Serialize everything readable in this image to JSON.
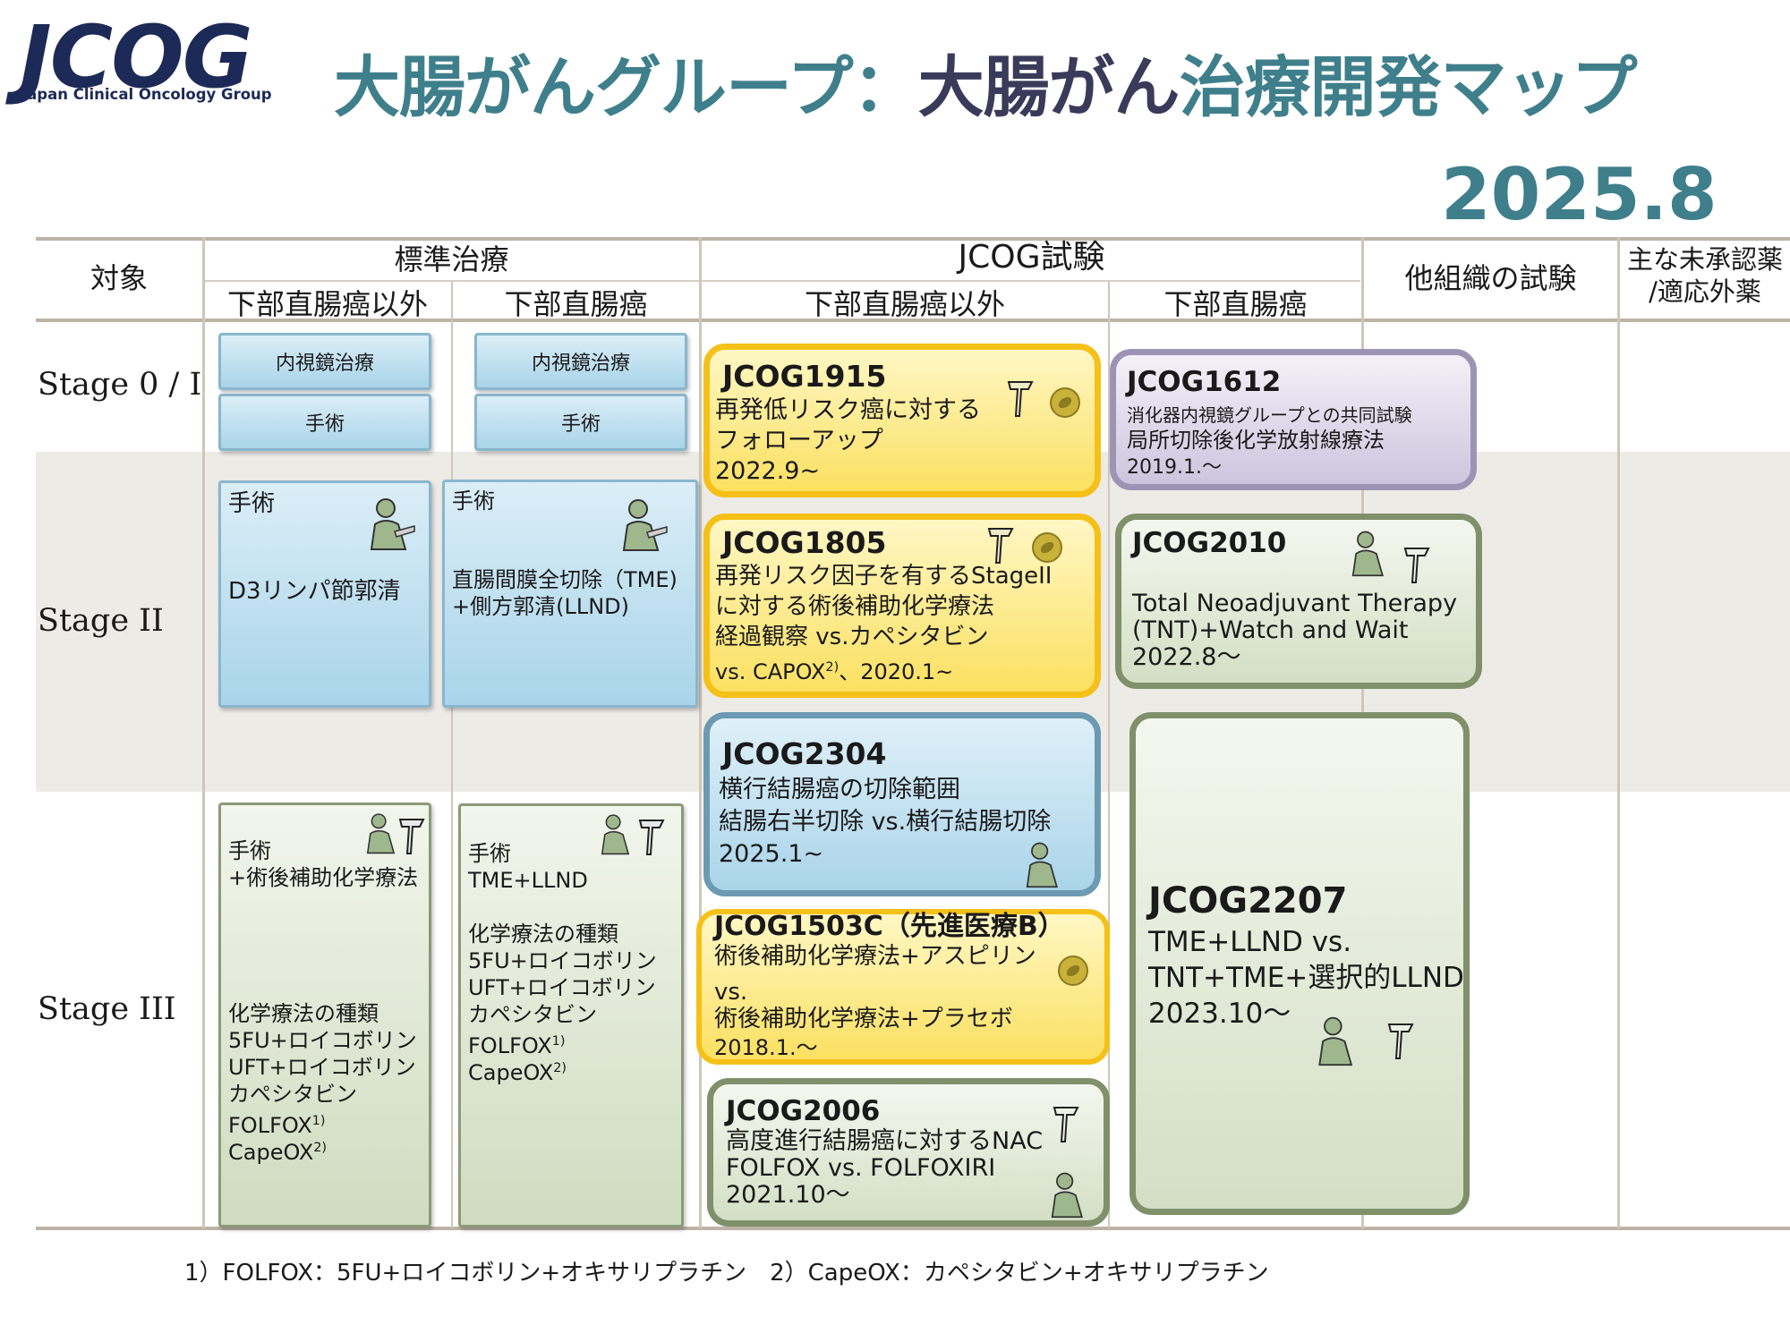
{
  "header": {
    "logo": "JCOG",
    "logo_sub": "Japan Clinical Oncology Group",
    "title_part1": "大腸がんグループ：",
    "title_part2": "大腸がん",
    "title_part3": "治療開発マップ",
    "date": "2025.8"
  },
  "columns": {
    "target": "対象",
    "standard": "標準治療",
    "jcog": "JCOG試験",
    "other": "他組織の試験",
    "unapproved_line1": "主な未承認薬",
    "unapproved_line2": "/適応外薬",
    "sub_not_lower_rectal": "下部直腸癌以外",
    "sub_lower_rectal": "下部直腸癌"
  },
  "stages": {
    "s01": "Stage 0 / I",
    "s2": "Stage II",
    "s3": "Stage III"
  },
  "standard": {
    "endoscopy": "内視鏡治療",
    "surgery": "手術",
    "s2_left_title": "手術",
    "s2_left_body": "D3リンパ節郭清",
    "s2_right_title": "手術",
    "s2_right_body1": "直腸間膜全切除（TME)",
    "s2_right_body2": "+側方郭清(LLND)",
    "s3_left_1": "手術",
    "s3_left_2": "+術後補助化学療法",
    "s3_left_3": "化学療法の種類",
    "s3_left_4": "5FU+ロイコボリン",
    "s3_left_5": "UFT+ロイコボリン",
    "s3_left_6": "カペシタビン",
    "s3_left_7": "FOLFOX",
    "s3_left_7_sup": "1)",
    "s3_left_8": "CapeOX",
    "s3_left_8_sup": "2)",
    "s3_right_1": "手術",
    "s3_right_2": "TME+LLND",
    "s3_right_3": "化学療法の種類",
    "s3_right_4": "5FU+ロイコボリン",
    "s3_right_5": "UFT+ロイコボリン",
    "s3_right_6": "カペシタビン",
    "s3_right_7": "FOLFOX",
    "s3_right_7_sup": "1)",
    "s3_right_8": "CapeOX",
    "s3_right_8_sup": "2)"
  },
  "trials": {
    "t1915": {
      "id": "JCOG1915",
      "l1": "再発低リスク癌に対する",
      "l2": "フォローアップ",
      "l3": "2022.9~"
    },
    "t1612": {
      "id": "JCOG1612",
      "l1": "消化器内視鏡グループとの共同試験",
      "l2": "局所切除後化学放射線療法",
      "l3": "2019.1.～"
    },
    "t1805": {
      "id": "JCOG1805",
      "l1": "再発リスク因子を有するStageII",
      "l2": "に対する術後補助化学療法",
      "l3": "経過観察 vs.カペシタビン",
      "l4": "vs. CAPOX",
      "l4_sup": "2)",
      "l4_tail": "、2020.1~"
    },
    "t2010": {
      "id": "JCOG2010",
      "l1": "Total Neoadjuvant Therapy",
      "l2": "(TNT)+Watch and Wait",
      "l3": "2022.8～"
    },
    "t2304": {
      "id": "JCOG2304",
      "l1": "横行結腸癌の切除範囲",
      "l2": "結腸右半切除 vs.横行結腸切除",
      "l3": "2025.1~"
    },
    "t1503": {
      "id": "JCOG1503C（先進医療B）",
      "l1": "術後補助化学療法+アスピリン",
      "l2": "vs.",
      "l3": "術後補助化学療法+プラセボ",
      "l4": "2018.1.～"
    },
    "t2006": {
      "id": "JCOG2006",
      "l1": "高度進行結腸癌に対するNAC",
      "l2": "FOLFOX vs. FOLFOXIRI",
      "l3": "2021.10～"
    },
    "t2207": {
      "id": "JCOG2207",
      "l1": "TME+LLND vs.",
      "l2": "TNT+TME+選択的LLND",
      "l3": "2023.10～"
    }
  },
  "footnote": "1）FOLFOX：5FU+ロイコボリン+オキサリプラチン　2）CapeOX：カペシタビン+オキサリプラチン",
  "colors": {
    "logo": "#1d2a57",
    "title_teal": "#3f7f8c",
    "title_dark": "#3a3a5a",
    "yellow_border": "#f5c018",
    "blue_border": "#6c9ab2",
    "green_border": "#7f906a",
    "purple_border": "#9d94b5"
  },
  "icons": {
    "surgeon": "surgeon-icon",
    "endoscope": "endoscope-icon",
    "pill": "pill-icon"
  }
}
